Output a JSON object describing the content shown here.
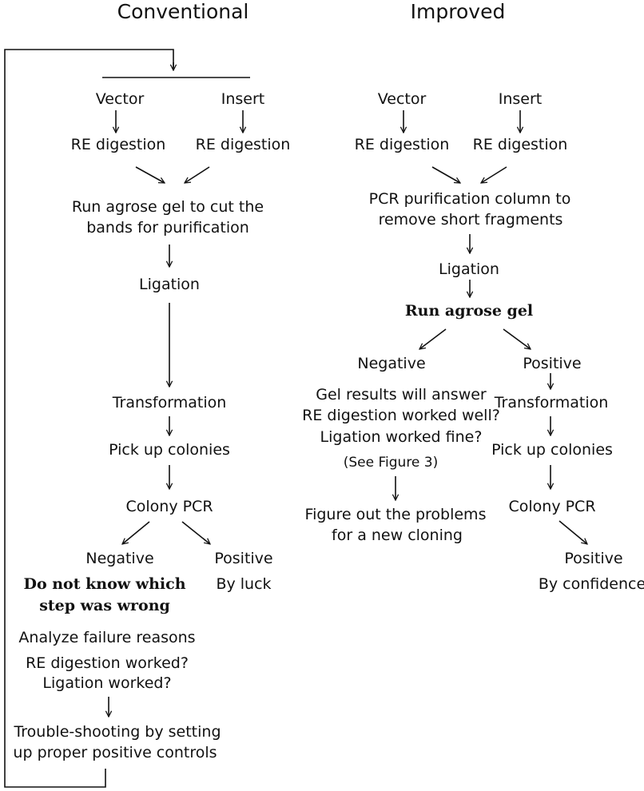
{
  "columns": {
    "conventional": {
      "title": "Conventional",
      "vector": "Vector",
      "insert": "Insert",
      "vector_digestion": "RE digestion",
      "insert_digestion": "RE digestion",
      "gel_line1": "Run agrose gel to cut the",
      "gel_line2": "bands for purification",
      "ligation": "Ligation",
      "transformation": "Transformation",
      "pick_up": "Pick up colonies",
      "colony_pcr": "Colony PCR",
      "negative": "Negative",
      "positive": "Positive",
      "by_luck": "By luck",
      "unknown_line1": "Do not know which",
      "unknown_line2": "step was wrong",
      "analyze": "Analyze failure reasons",
      "q_digestion": "RE digestion worked?",
      "q_ligation": "Ligation worked?",
      "trouble_line1": "Trouble-shooting by setting",
      "trouble_line2": "up proper positive controls"
    },
    "improved": {
      "title": "Improved",
      "vector": "Vector",
      "insert": "Insert",
      "vector_digestion": "RE digestion",
      "insert_digestion": "RE digestion",
      "pcr_line1": "PCR purification column to",
      "pcr_line2": "remove short fragments",
      "ligation": "Ligation",
      "run_gel": "Run agrose gel",
      "negative": "Negative",
      "positive": "Positive",
      "gel_answer_line1": "Gel results will answer",
      "gel_answer_line2": "RE digestion worked well?",
      "gel_answer_line3": "Ligation worked fine?",
      "see_figure": "(See Figure 3)",
      "figure_out_line1": "Figure out the problems",
      "figure_out_line2": "for a new cloning",
      "transformation": "Transformation",
      "pick_up": "Pick up colonies",
      "colony_pcr": "Colony PCR",
      "final_positive": "Positive",
      "by_confidence": "By confidence"
    }
  },
  "icons": {
    "arrow": "arrow-icon",
    "loop": "feedback-loop"
  },
  "colors": {
    "ink": "#111111",
    "background": "#ffffff"
  }
}
